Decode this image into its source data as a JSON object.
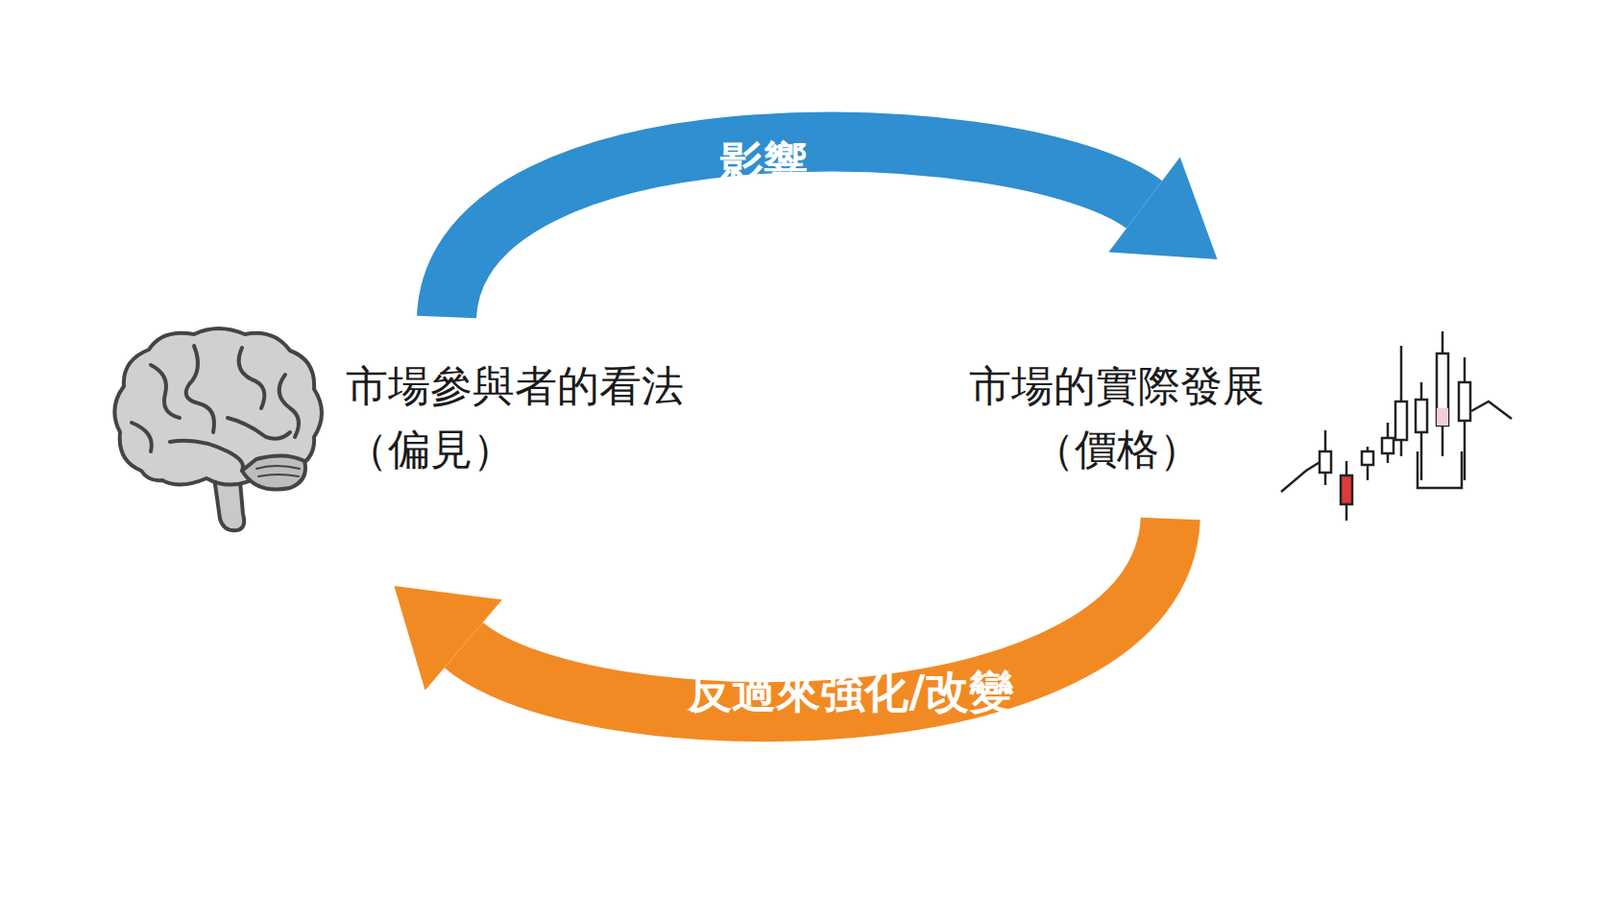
{
  "diagram": {
    "nodes": [
      {
        "text": [
          "市場參與者的看法",
          "（偏見）"
        ]
      },
      {
        "text": [
          "市場的實際發展",
          "（價格）"
        ]
      }
    ],
    "edges": [
      {
        "from": 0,
        "to": 1,
        "arrow": "to",
        "label": "影響"
      },
      {
        "from": 1,
        "to": 0,
        "arrow": "to",
        "label": "反過來強化/改變"
      }
    ]
  }
}
